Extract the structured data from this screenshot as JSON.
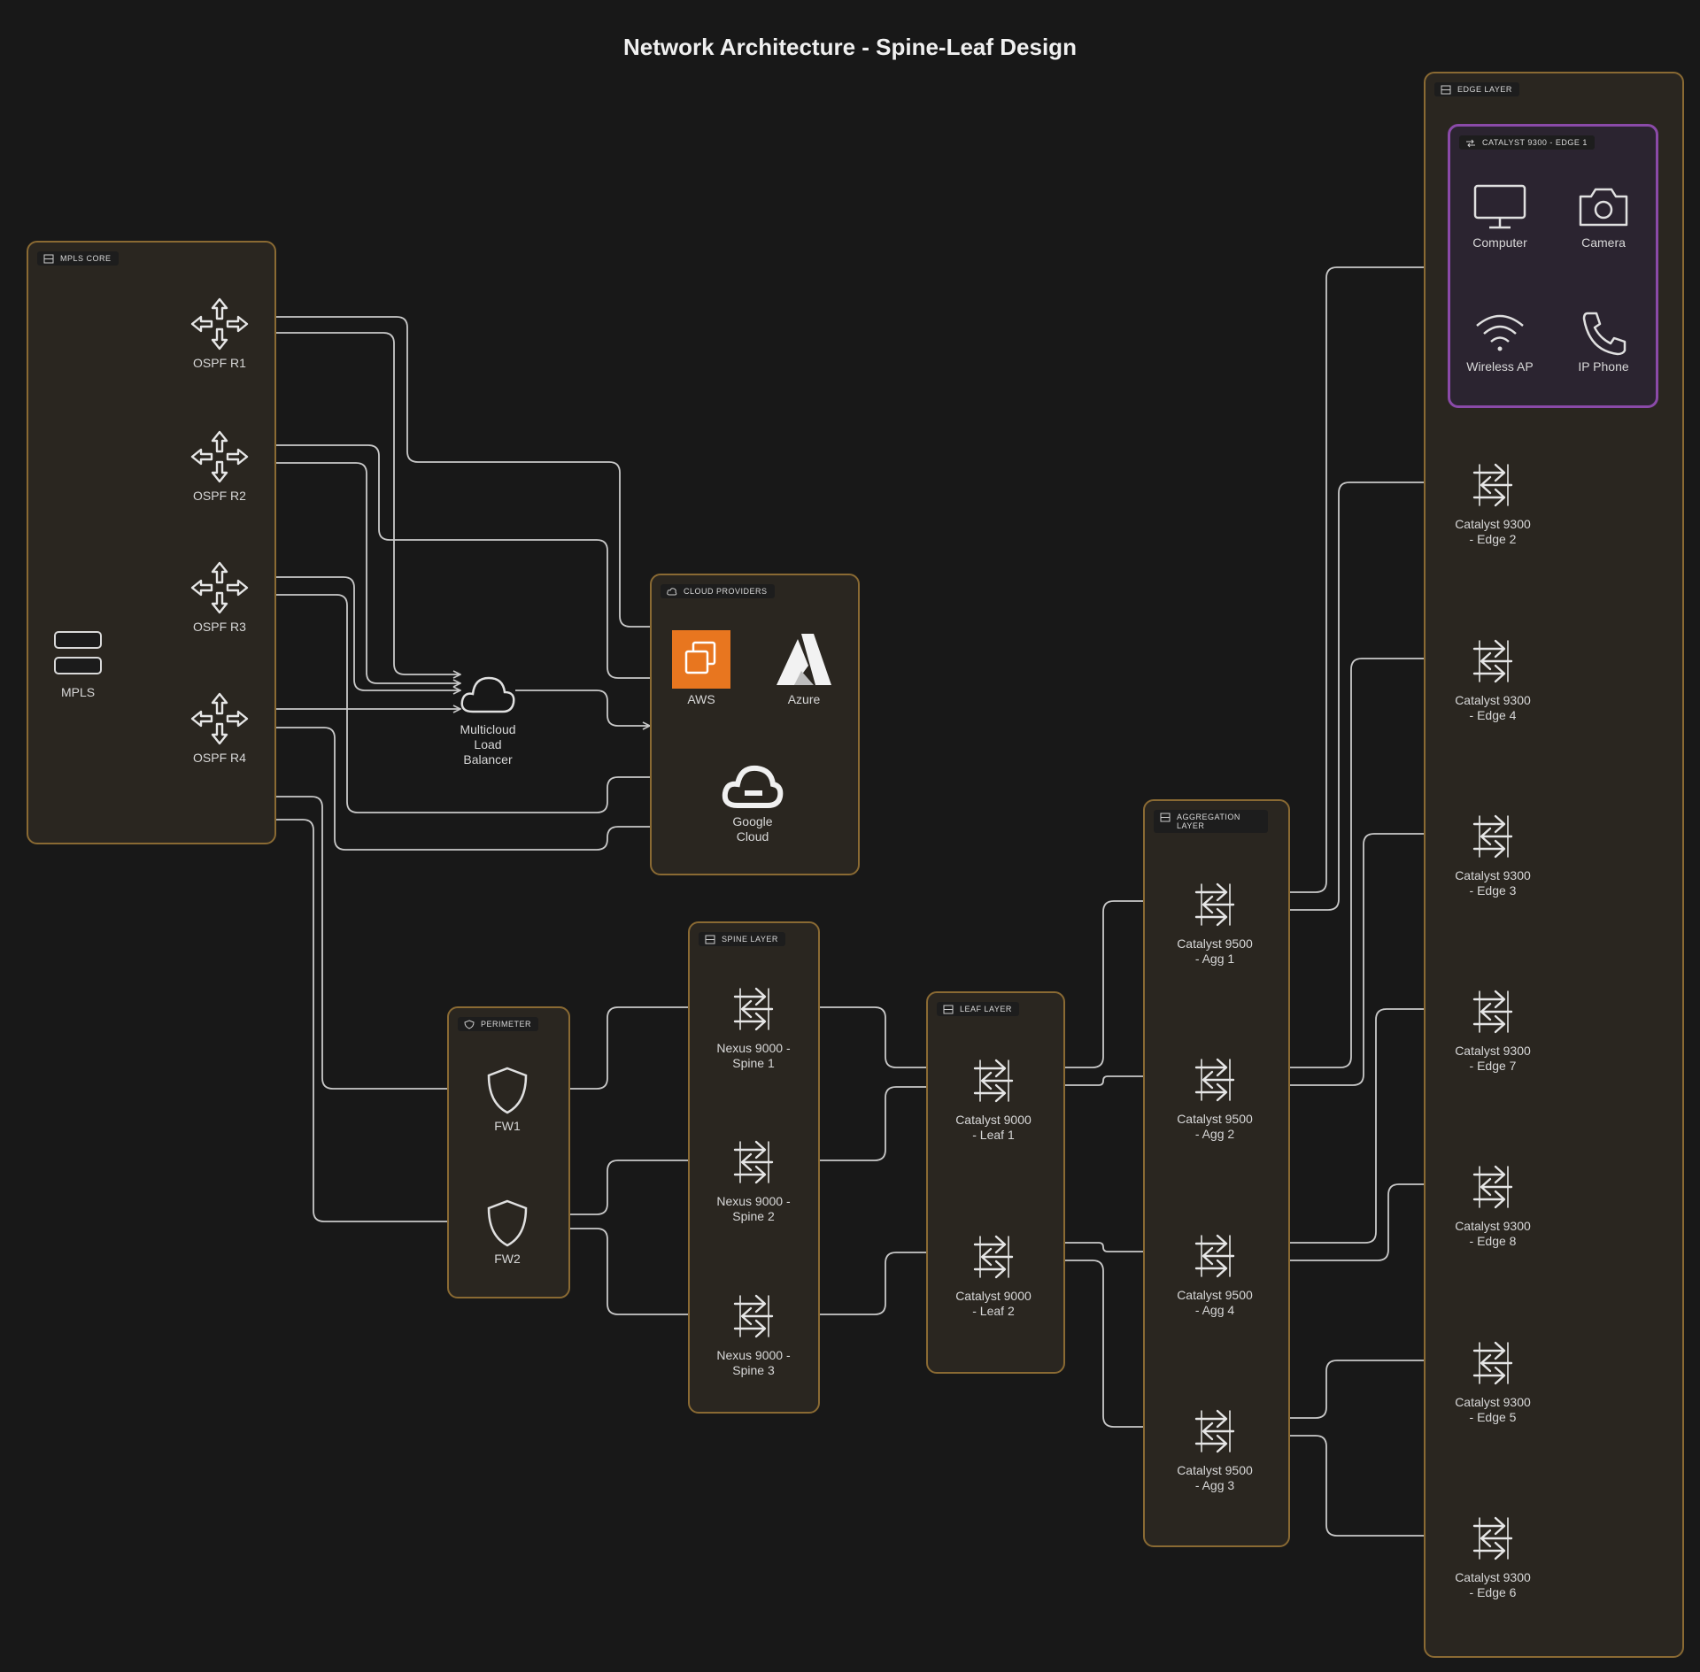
{
  "title": "Network Architecture - Spine-Leaf Design",
  "colors": {
    "background": "#181818",
    "group_border": "#8a6a33",
    "group_fill": "#2a2620",
    "edge_group_border": "#8a4aa8",
    "wire": "#c9c9c9",
    "aws_orange": "#e8761f"
  },
  "groups": {
    "mpls": "MPLS CORE",
    "cloud": "CLOUD PROVIDERS",
    "perimeter": "PERIMETER",
    "spine": "SPINE LAYER",
    "leaf": "LEAF LAYER",
    "aggregation": "AGGREGATION LAYER",
    "edge": "EDGE LAYER",
    "edge1": "CATALYST 9300 - EDGE 1"
  },
  "mpls": {
    "label": "MPLS",
    "routers": [
      "OSPF R1",
      "OSPF R2",
      "OSPF R3",
      "OSPF R4"
    ]
  },
  "lb": {
    "label": "Multicloud Load Balancer"
  },
  "cloud": {
    "aws": "AWS",
    "azure": "Azure",
    "gcp": "Google Cloud"
  },
  "perimeter": {
    "fw1": "FW1",
    "fw2": "FW2"
  },
  "spine": [
    "Nexus 9000 - Spine 1",
    "Nexus 9000 - Spine 2",
    "Nexus 9000 - Spine 3"
  ],
  "leaf": [
    "Catalyst 9000 - Leaf 1",
    "Catalyst 9000 - Leaf 2"
  ],
  "aggregation": [
    "Catalyst 9500 - Agg 1",
    "Catalyst 9500 - Agg 2",
    "Catalyst 9500 - Agg 4",
    "Catalyst 9500 - Agg 3"
  ],
  "edge1_devices": {
    "computer": "Computer",
    "camera": "Camera",
    "wireless": "Wireless AP",
    "phone": "IP Phone"
  },
  "edge_switches": [
    "Catalyst 9300 - Edge 2",
    "Catalyst 9300 - Edge 4",
    "Catalyst 9300 - Edge 3",
    "Catalyst 9300 - Edge 7",
    "Catalyst 9300 - Edge 8",
    "Catalyst 9300 - Edge 5",
    "Catalyst 9300 - Edge 6"
  ]
}
